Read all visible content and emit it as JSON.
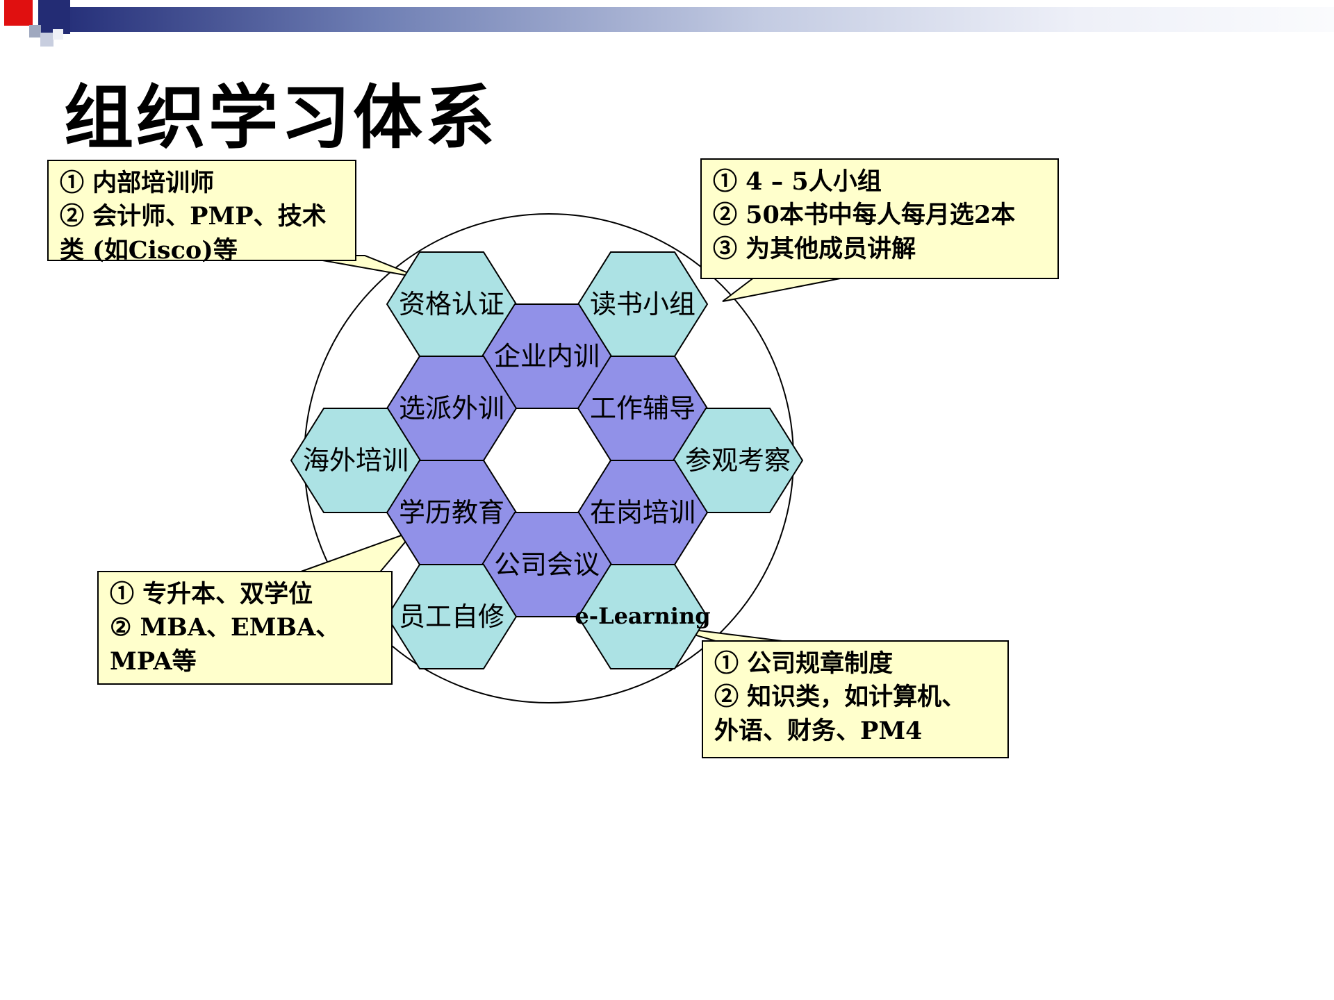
{
  "slide": {
    "title": "组织学习体系"
  },
  "colors": {
    "hex_cyan": "#ACE2E4",
    "hex_purple": "#9191E8",
    "callout_bg": "#FFFFCC",
    "outline": "#000000",
    "banner_navy": "#232C74",
    "banner_red": "#E01010",
    "circle_fill": "#FFFFFF"
  },
  "hexagons": [
    {
      "label": "资格认证",
      "type": "cyan"
    },
    {
      "label": "读书小组",
      "type": "cyan"
    },
    {
      "label": "企业内训",
      "type": "purple"
    },
    {
      "label": "选派外训",
      "type": "purple"
    },
    {
      "label": "工作辅导",
      "type": "purple"
    },
    {
      "label": "海外培训",
      "type": "cyan"
    },
    {
      "label": "参观考察",
      "type": "cyan"
    },
    {
      "label": "学历教育",
      "type": "purple"
    },
    {
      "label": "在岗培训",
      "type": "purple"
    },
    {
      "label": "公司会议",
      "type": "purple"
    },
    {
      "label": "员工自修",
      "type": "cyan"
    },
    {
      "label": "e-Learning",
      "type": "cyan"
    }
  ],
  "callouts": [
    {
      "id": "internal-trainers",
      "lines": [
        "① 内部培训师",
        "② 会计师、PMP、技术",
        "类 (如Cisco)等"
      ]
    },
    {
      "id": "reading-group",
      "lines": [
        "① 4 – 5人小组",
        "② 50本书中每人每月选2本",
        "③ 为其他成员讲解"
      ]
    },
    {
      "id": "degree-education",
      "lines": [
        "① 专升本、双学位",
        "② MBA、EMBA、",
        "MPA等"
      ]
    },
    {
      "id": "elearning-content",
      "lines": [
        "① 公司规章制度",
        "② 知识类，如计算机、",
        "外语、财务、PM4"
      ]
    }
  ]
}
